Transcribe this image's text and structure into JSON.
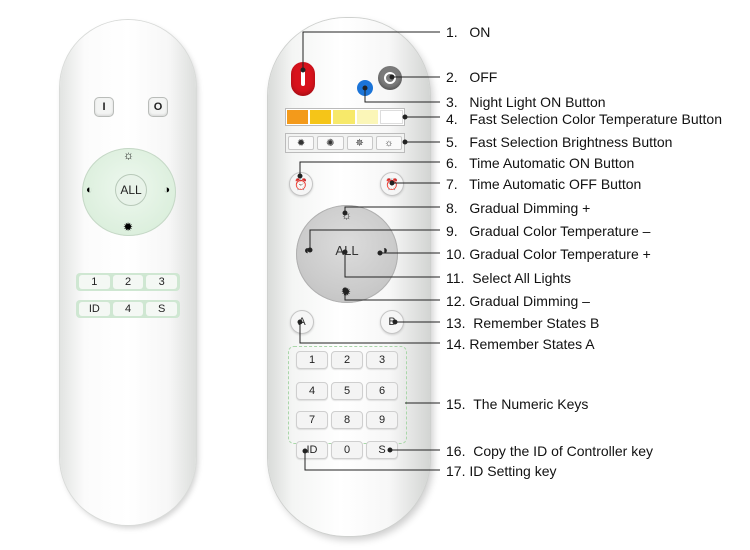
{
  "left_remote": {
    "on_symbol": "I",
    "off_symbol": "O",
    "all_label": "ALL",
    "row1": [
      "1",
      "2",
      "3"
    ],
    "row2": [
      "ID",
      "4",
      "S"
    ],
    "pad_icons": [
      "sun-outline-icon",
      "half-circle-icon",
      "half-circle-icon",
      "sun-filled-icon"
    ]
  },
  "right_remote": {
    "all_label": "ALL",
    "swatch_colors": [
      "#f39a1b",
      "#f5c518",
      "#f7e96a",
      "#fbf6b8",
      "#ffffff"
    ],
    "time_on_icon": "alarm-clock-icon",
    "time_off_icon": "alarm-clock-filled-icon",
    "button_a": "A",
    "button_b": "B",
    "keys": [
      "1",
      "2",
      "3",
      "4",
      "5",
      "6",
      "7",
      "8",
      "9",
      "ID",
      "0",
      "S"
    ]
  },
  "labels": [
    {
      "num": "1.",
      "text": "ON"
    },
    {
      "num": "2.",
      "text": "OFF"
    },
    {
      "num": "3.",
      "text": "Night Light ON Button"
    },
    {
      "num": "4.",
      "text": "Fast Selection Color Temperature Button"
    },
    {
      "num": "5.",
      "text": "Fast Selection Brightness Button"
    },
    {
      "num": "6.",
      "text": "Time Automatic ON Button"
    },
    {
      "num": "7.",
      "text": "Time Automatic OFF Button"
    },
    {
      "num": "8.",
      "text": "Gradual Dimming +"
    },
    {
      "num": "9.",
      "text": "Gradual Color Temperature –"
    },
    {
      "num": "10.",
      "text": "Gradual Color Temperature +"
    },
    {
      "num": "11.",
      "text": "Select All Lights"
    },
    {
      "num": "12.",
      "text": "Gradual Dimming –"
    },
    {
      "num": "13.",
      "text": "Remember States B"
    },
    {
      "num": "14.",
      "text": "Remember States A"
    },
    {
      "num": "15.",
      "text": "The Numeric Keys"
    },
    {
      "num": "16.",
      "text": "Copy the ID of  Controller key"
    },
    {
      "num": "17.",
      "text": "ID Setting key"
    }
  ],
  "colors": {
    "on_button": "#d8121c",
    "off_button": "#7a7a7a",
    "night_light": "#1b74d8",
    "keypad_border": "#a9d7a9"
  }
}
